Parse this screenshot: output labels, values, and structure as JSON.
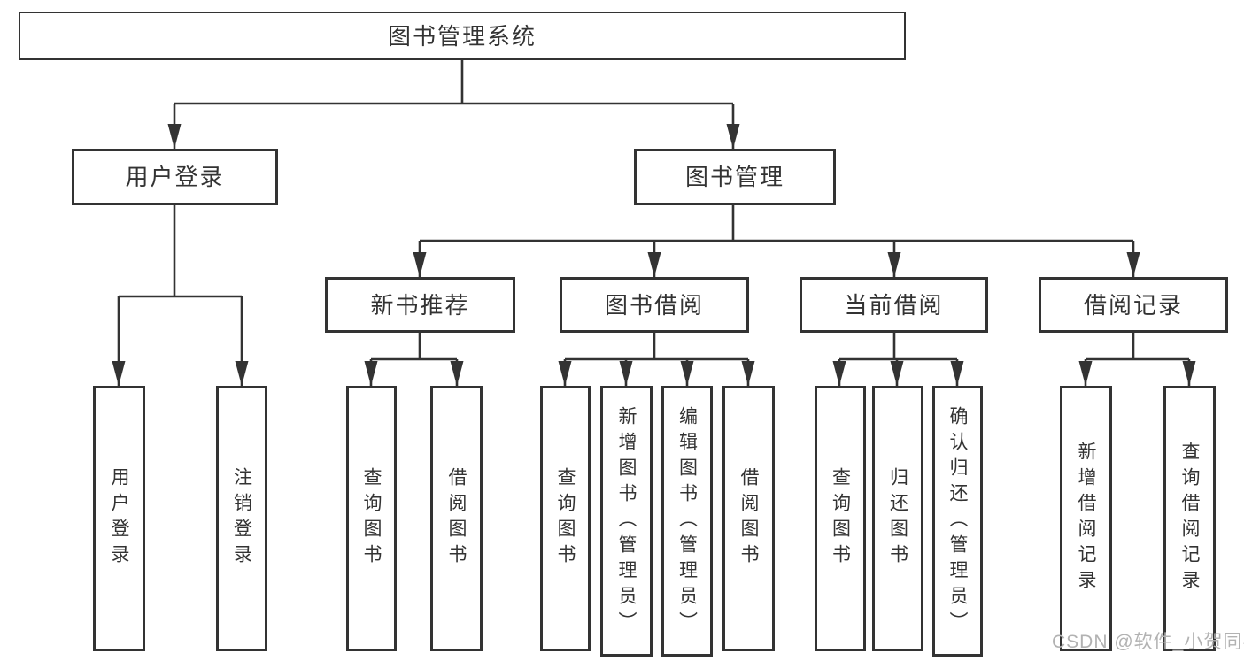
{
  "diagram_title": "图书管理系统",
  "tree": {
    "label": "图书管理系统",
    "children": [
      {
        "label": "用户登录",
        "children": [
          {
            "label": "用户登录"
          },
          {
            "label": "注销登录"
          }
        ]
      },
      {
        "label": "图书管理",
        "children": [
          {
            "label": "新书推荐",
            "children": [
              {
                "label": "查询图书"
              },
              {
                "label": "借阅图书"
              }
            ]
          },
          {
            "label": "图书借阅",
            "children": [
              {
                "label": "查询图书"
              },
              {
                "label": "新增图书（管理员）"
              },
              {
                "label": "编辑图书（管理员）"
              },
              {
                "label": "借阅图书"
              }
            ]
          },
          {
            "label": "当前借阅",
            "children": [
              {
                "label": "查询图书"
              },
              {
                "label": "归还图书"
              },
              {
                "label": "确认归还（管理员）"
              }
            ]
          },
          {
            "label": "借阅记录",
            "children": [
              {
                "label": "新增借阅记录"
              },
              {
                "label": "查询借阅记录"
              }
            ]
          }
        ]
      }
    ]
  },
  "watermark": {
    "text": "CSDN @软件_小贺同学"
  },
  "colors": {
    "line": "#333333",
    "box_border": "#333333",
    "text": "#333333",
    "watermark": "#b2b2b2",
    "background": "#ffffff"
  }
}
